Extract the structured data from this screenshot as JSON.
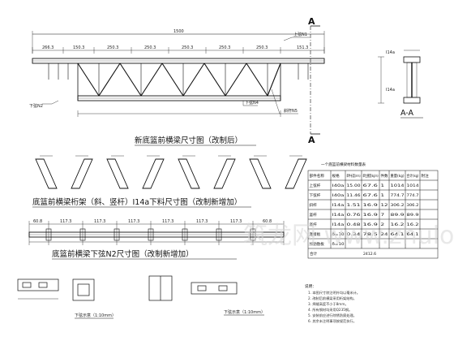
{
  "drawing": {
    "main_title": "新底篮前横梁尺寸图（改制后）",
    "members_title": "底篮前横梁桁架（斜、竖杆）I14a下料尺寸图（改制新增加）",
    "chord_title": "底篮前横梁下弦N2尺寸图（改制新增加）",
    "section_label": "A-A",
    "section_marker": "A",
    "detail1_caption": "下弦示意（1:10mm）",
    "detail2_caption": "下弦示意（1:10mm）",
    "notes_heading": "说明：",
    "watermark": "筑龙网 www.zhulong.com"
  },
  "dimensions": {
    "top_row": [
      "266.3",
      "150.3",
      "250.3",
      "250.3",
      "250.3",
      "250.3",
      "250.3",
      "151.3"
    ],
    "overall": "1500",
    "callouts": [
      "上弦N1",
      "下弦N2",
      "下弦N4",
      "斜杆N5",
      "I14a",
      "I14a"
    ],
    "chord_row": [
      "60.8",
      "117.3",
      "117.3",
      "117.3",
      "117.3",
      "117.3",
      "117.3",
      "60.8"
    ]
  },
  "table": {
    "title": "一个底篮前横梁材料数量表",
    "headers": [
      "部件名称",
      "规格",
      "单件长度(mm)",
      "单位重量(kg/m)",
      "件数",
      "重量(kg)",
      "合计(kg)",
      "附注"
    ],
    "rows": [
      [
        "上弦杆",
        "I40a",
        "15.00",
        "67.6",
        "1",
        "1014",
        "1014",
        ""
      ],
      [
        "下弦杆",
        "I40a",
        "11.46",
        "67.6",
        "1",
        "774.7",
        "774.7",
        ""
      ],
      [
        "斜杆",
        "I14a",
        "1.51",
        "16.9",
        "12",
        "306.2",
        "306.2",
        ""
      ],
      [
        "竖杆",
        "I14a",
        "0.76",
        "16.9",
        "7",
        "89.9",
        "89.9",
        ""
      ],
      [
        "竖杆",
        "I14a",
        "0.48",
        "16.9",
        "2",
        "16.2",
        "16.2",
        ""
      ],
      [
        "连接板",
        "δ=10",
        "0.34",
        "78.5",
        "24",
        "64.1",
        "64.1",
        ""
      ],
      [
        "加劲肋板",
        "δ=10",
        "",
        "",
        "",
        "",
        "",
        ""
      ]
    ],
    "total_label": "合计",
    "total_value": "2412.6"
  },
  "notes": [
    "1. 本图尺寸除注明外均以毫米计。",
    "2. 改制后前横梁采用桁架结构。",
    "3. 焊缝高度不小于8mm。",
    "4. 所有钢材均采用Q235钢。",
    "5. 安装前应进行除锈防腐处理。",
    "6. 其余未注明事项按规范执行。"
  ]
}
